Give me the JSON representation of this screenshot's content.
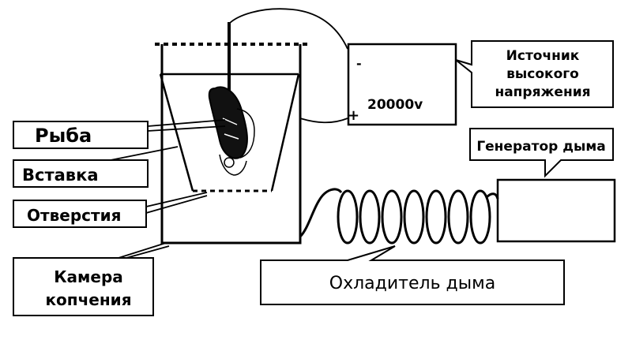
{
  "labels": {
    "fish": "Рыба",
    "insert": "Вставка",
    "holes": "Отверстия",
    "chamber_line1": "Камера",
    "chamber_line2": "копчения",
    "voltage": "20000v",
    "source_line1": "Источник",
    "source_line2": "высокого",
    "source_line3": "напряжения",
    "smoke_generator": "Генератор дыма",
    "smoke_cooler": "Охладитель дыма"
  },
  "symbols": {
    "minus": "-",
    "plus": "+"
  },
  "colors": {
    "ink": "#000000",
    "paper": "#ffffff"
  }
}
